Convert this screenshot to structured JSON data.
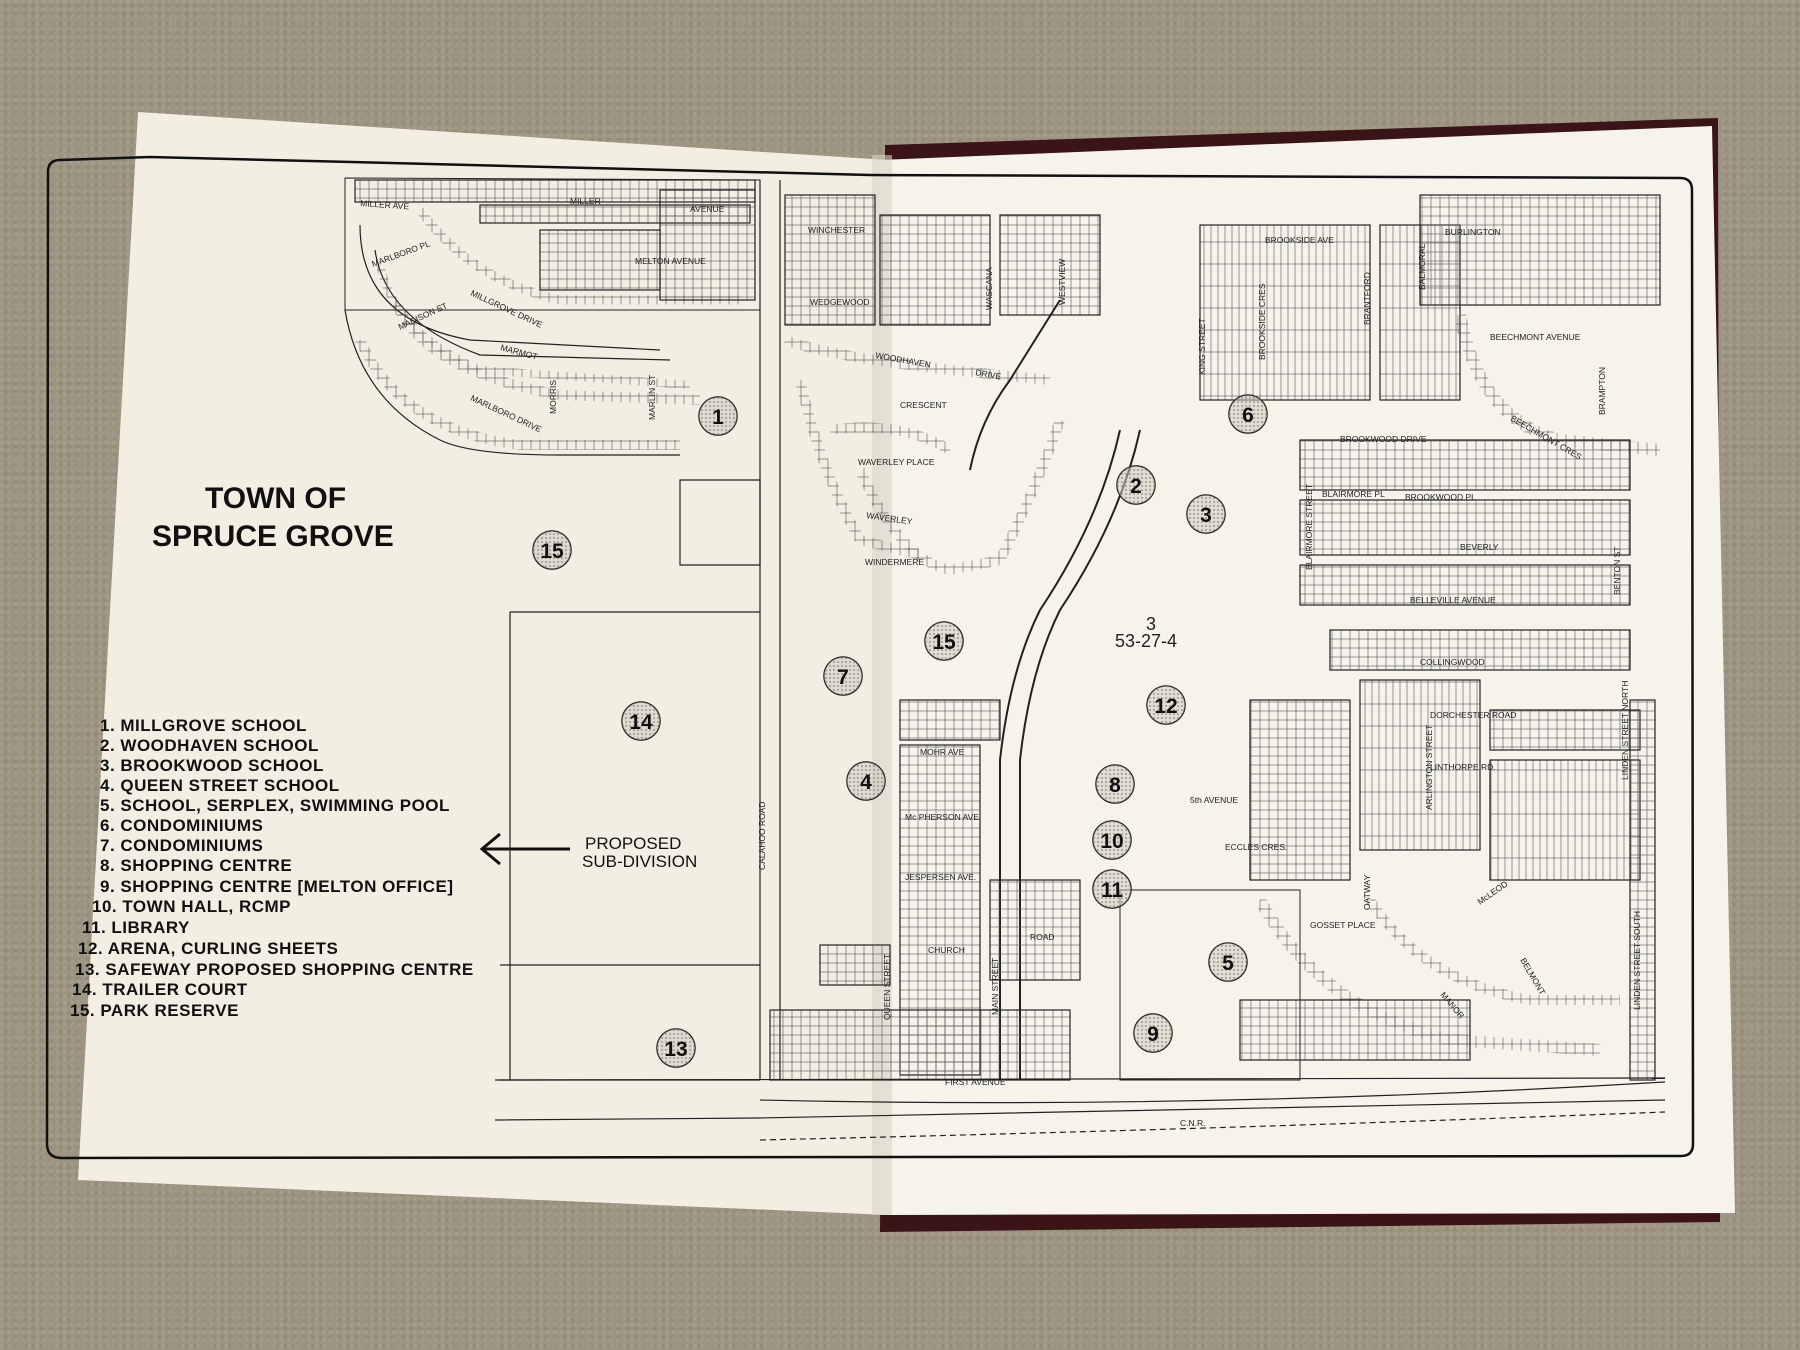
{
  "map": {
    "title_line1": "TOWN OF",
    "title_line2": "SPRUCE GROVE",
    "legend": [
      "1. MILLGROVE SCHOOL",
      "2. WOODHAVEN SCHOOL",
      "3. BROOKWOOD SCHOOL",
      "4. QUEEN STREET SCHOOL",
      "5. SCHOOL, SERPLEX, SWIMMING POOL",
      "6. CONDOMINIUMS",
      "7. CONDOMINIUMS",
      "8. SHOPPING CENTRE",
      "9. SHOPPING CENTRE [MELTON OFFICE]",
      "10. TOWN HALL, RCMP",
      "11. LIBRARY",
      "12. ARENA, CURLING SHEETS",
      "13. SAFEWAY PROPOSED SHOPPING CENTRE",
      "14. TRAILER COURT",
      "15. PARK RESERVE"
    ],
    "proposed_line1": "PROPOSED",
    "proposed_line2": "SUB-DIVISION",
    "markers": [
      {
        "label": "1"
      },
      {
        "label": "2"
      },
      {
        "label": "3"
      },
      {
        "label": "4"
      },
      {
        "label": "5"
      },
      {
        "label": "6"
      },
      {
        "label": "7"
      },
      {
        "label": "8"
      },
      {
        "label": "9"
      },
      {
        "label": "10"
      },
      {
        "label": "11"
      },
      {
        "label": "12"
      },
      {
        "label": "13"
      },
      {
        "label": "14"
      },
      {
        "label": "15"
      },
      {
        "label": "15"
      }
    ],
    "streets": {
      "miller_ave": "MILLER AVE",
      "miller": "MILLER",
      "avenue": "AVENUE",
      "melton_avenue": "MELTON AVENUE",
      "marlboro_pl": "MARLBORO PL",
      "millgrove_drive": "MILLGROVE DRIVE",
      "madison_st": "MADISON ST",
      "marmot": "MARMOT",
      "marlboro_drive": "MARLBORO DRIVE",
      "morris": "MORRIS",
      "marlin_st": "MARLIN ST",
      "winchester": "WINCHESTER",
      "wedgewood": "WEDGEWOOD",
      "woodhaven": "WOODHAVEN",
      "crescent": "CRESCENT",
      "waverley_place": "WAVERLEY PLACE",
      "waverley": "WAVERLEY",
      "windermere": "WINDERMERE",
      "drive": "DRIVE",
      "wascana": "WASCANA",
      "westview": "WESTVIEW",
      "king_street": "KING STREET",
      "brookside_ave": "BROOKSIDE AVE",
      "brookside_cres": "BROOKSIDE CRES",
      "brantford": "BRANTFORD",
      "balmoral": "BALMORAL",
      "burlington": "BURLINGTON",
      "beechmont_avenue": "BEECHMONT AVENUE",
      "beechmont_cres": "BEECHMONT CRES",
      "brampton": "BRAMPTON",
      "brookwood_drive": "BROOKWOOD DRIVE",
      "blairmore_pl": "BLAIRMORE PL",
      "brookwood_pl": "BROOKWOOD PL",
      "beverly": "BEVERLY",
      "belleville_avenue": "BELLEVILLE AVENUE",
      "blairmore_street": "BLAIRMORE STREET",
      "benton_st": "BENTON ST",
      "collingwood": "COLLINGWOOD",
      "dorchester_road": "DORCHESTER ROAD",
      "linthorpe_rd": "LINTHORPE RD.",
      "arlington_street": "ARLINGTON STREET",
      "linden_street_north": "LINDEN STREET NORTH",
      "linden_street_south": "LINDEN STREET SOUTH",
      "eccles_cres": "ECCLES CRES.",
      "oatway": "OATWAY",
      "gosset_place": "GOSSET PLACE",
      "mcleod": "McLEOD",
      "belmont": "BELMONT",
      "manor": "MANOR",
      "fifth_avenue": "5th AVENUE",
      "mohr_ave": "MOHR AVE",
      "mcpherson_ave": "Mc PHERSON AVE.",
      "jespersen_ave": "JESPERSEN AVE.",
      "calahoo_road": "CALAHOO ROAD",
      "church": "CHURCH",
      "road": "ROAD",
      "main_street": "MAIN STREET",
      "queen_street": "QUEEN STREET",
      "first_avenue": "FIRST AVENUE",
      "cnr": "C.N.R.",
      "section": "3",
      "township": "53-27-4"
    }
  }
}
